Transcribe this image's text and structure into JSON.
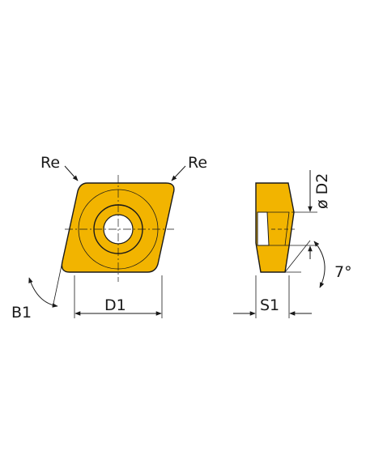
{
  "labels": {
    "re_left": "Re",
    "re_right": "Re",
    "b1": "B1",
    "d1": "D1",
    "d2": "ø D2",
    "s1": "S1",
    "angle": "7°"
  },
  "colors": {
    "insert_fill": "#F2B400",
    "insert_shadow": "#E2A500",
    "outline": "#1a1a1a"
  }
}
